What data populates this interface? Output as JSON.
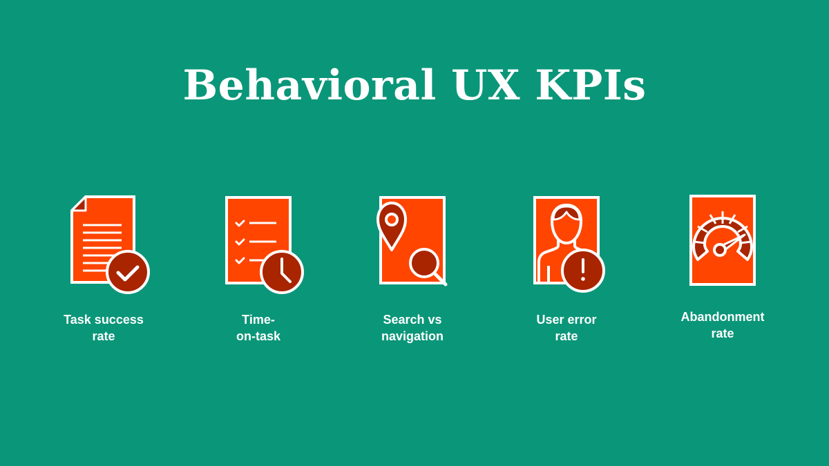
{
  "colors": {
    "background": "#0A9679",
    "icon_fill": "#FF4500",
    "icon_dark": "#A82500",
    "stroke": "#FFFFFF",
    "text": "#FFFFFF"
  },
  "header": {
    "title": "Behavioral UX KPIs"
  },
  "kpis": [
    {
      "icon": "document-check-icon",
      "label_line1": "Task success",
      "label_line2": "rate"
    },
    {
      "icon": "checklist-clock-icon",
      "label_line1": "Time-",
      "label_line2": "on-task"
    },
    {
      "icon": "map-pin-search-icon",
      "label_line1": "Search vs",
      "label_line2": "navigation"
    },
    {
      "icon": "user-error-icon",
      "label_line1": "User error",
      "label_line2": "rate"
    },
    {
      "icon": "speedometer-icon",
      "label_line1": "Abandonment",
      "label_line2": "rate"
    }
  ]
}
